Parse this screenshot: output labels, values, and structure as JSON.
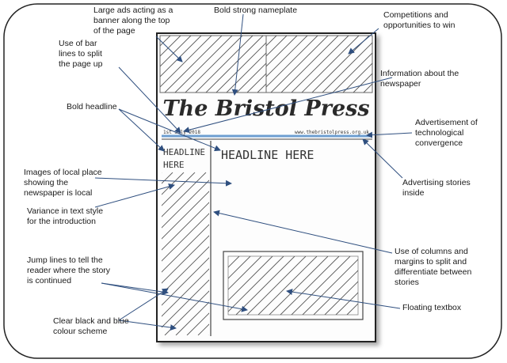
{
  "colors": {
    "frame": "#222222",
    "arrow": "#2f4f7f",
    "paper": "#fdfdfd",
    "hatch": "#555555",
    "rule_blue": "#6d9ed1"
  },
  "newspaper": {
    "nameplate": "The Bristol Press",
    "date": "1st July 2018",
    "website": "www.thebristolpress.org.uk",
    "headline_main": "HEADLINE HERE",
    "headline_side": "HEADLINE\nHERE"
  },
  "annotations": {
    "banner_ads": "Large ads acting as a\nbanner along the top\nof the page",
    "nameplate": "Bold strong nameplate",
    "competitions": "Competitions and\nopportunities to win",
    "bar_lines": "Use of bar\nlines to split\nthe page up",
    "information": "Information about the\nnewspaper",
    "bold_headline": "Bold headline",
    "tech_convergence": "Advertisement of\ntechnological\nconvergence",
    "images_local": "Images of local place\nshowing the\nnewspaper is local",
    "advertising_stories": "Advertising stories\ninside",
    "text_style": "Variance in text style\nfor the introduction",
    "columns_margins": "Use of columns and\nmargins to split and\ndifferentiate between\nstories",
    "jump_lines": "Jump lines to tell the\nreader where the story\nis continued",
    "floating_textbox": "Floating textbox",
    "colour_scheme": "Clear black and blue\ncolour scheme"
  }
}
